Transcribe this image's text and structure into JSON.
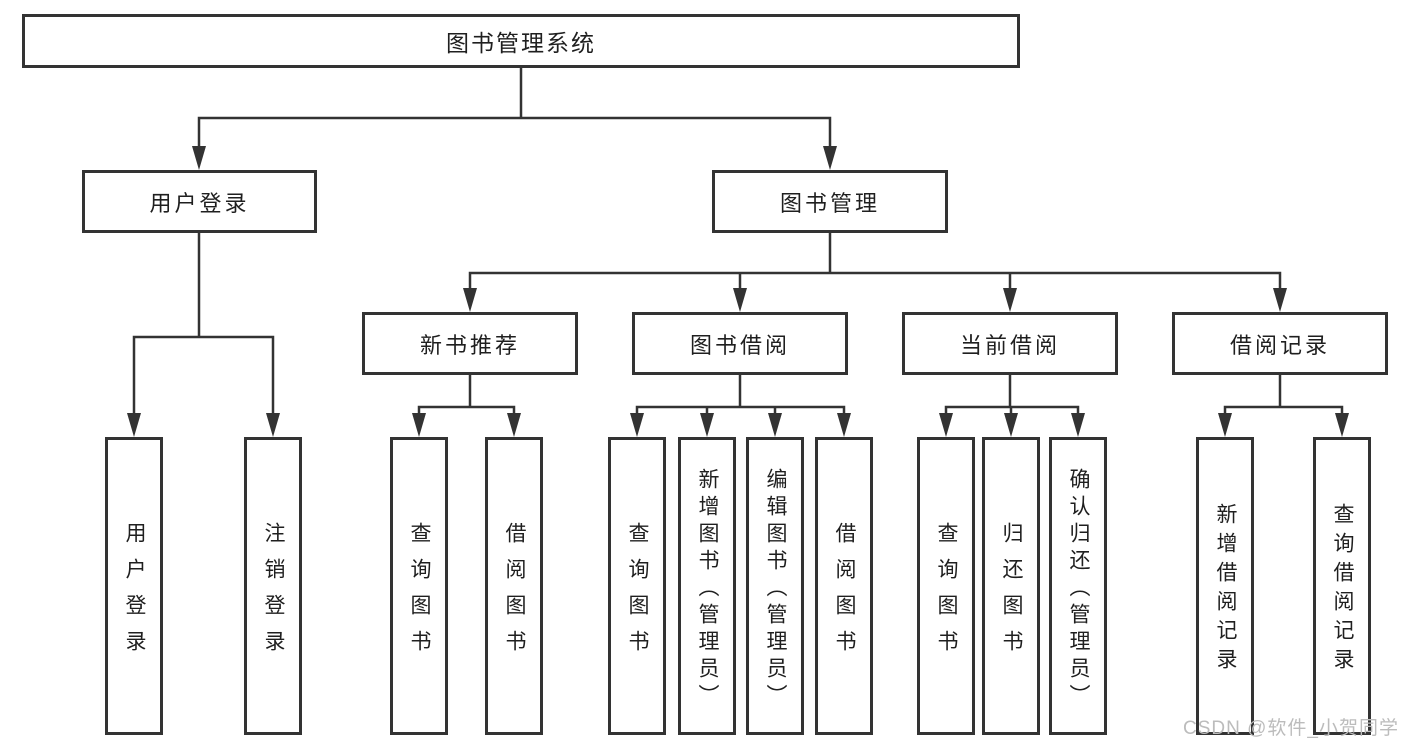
{
  "diagram_title": "图书管理系统",
  "nodes": {
    "root": "图书管理系统",
    "user_login": "用户登录",
    "book_mgmt": "图书管理",
    "new_book_rec": "新书推荐",
    "book_borrow": "图书借阅",
    "current_borrow": "当前借阅",
    "borrow_record": "借阅记录",
    "leaf_user_login": "用户登录",
    "leaf_logout": "注销登录",
    "leaf_nbr_query": "查询图书",
    "leaf_nbr_borrow": "借阅图书",
    "leaf_bb_query": "查询图书",
    "leaf_bb_add": "新增图书（管理员）",
    "leaf_bb_edit": "编辑图书（管理员）",
    "leaf_bb_borrow": "借阅图书",
    "leaf_cb_query": "查询图书",
    "leaf_cb_return": "归还图书",
    "leaf_cb_confirm": "确认归还（管理员）",
    "leaf_br_add": "新增借阅记录",
    "leaf_br_query": "查询借阅记录"
  },
  "hierarchy": {
    "label": "图书管理系统",
    "children": [
      {
        "label": "用户登录",
        "children": [
          "用户登录",
          "注销登录"
        ]
      },
      {
        "label": "图书管理",
        "children": [
          {
            "label": "新书推荐",
            "children": [
              "查询图书",
              "借阅图书"
            ]
          },
          {
            "label": "图书借阅",
            "children": [
              "查询图书",
              "新增图书（管理员）",
              "编辑图书（管理员）",
              "借阅图书"
            ]
          },
          {
            "label": "当前借阅",
            "children": [
              "查询图书",
              "归还图书",
              "确认归还（管理员）"
            ]
          },
          {
            "label": "借阅记录",
            "children": [
              "新增借阅记录",
              "查询借阅记录"
            ]
          }
        ]
      }
    ]
  },
  "watermark": "CSDN @软件_小贺同学",
  "colors": {
    "line": "#333333",
    "box_border": "#333333",
    "text": "#1f1f1f",
    "background": "#ffffff",
    "watermark": "#bcbcbc"
  }
}
